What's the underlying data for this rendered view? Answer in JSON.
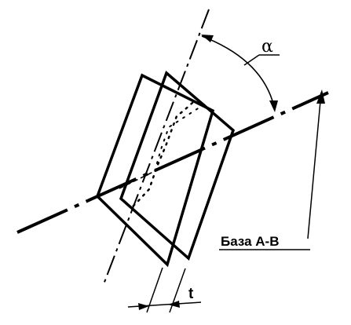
{
  "labels": {
    "angle_symbol": "α",
    "base_label": "База А-В",
    "tolerance_symbol": "t"
  },
  "colors": {
    "stroke": "#000000",
    "background": "#ffffff"
  }
}
